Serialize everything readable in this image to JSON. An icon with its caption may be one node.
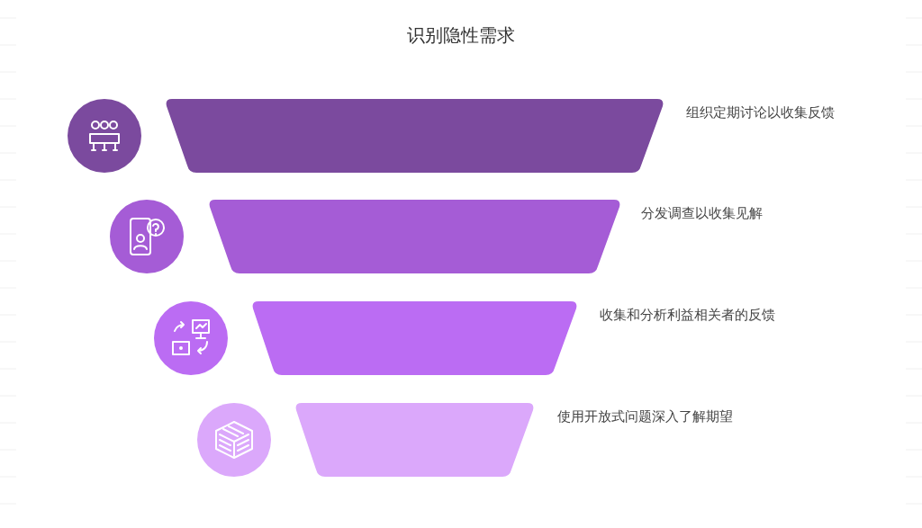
{
  "diagram": {
    "title": "识别隐性需求",
    "nodes": [
      {
        "text": [
          "组织定期讨论以收集反馈"
        ]
      },
      {
        "text": [
          "分发调查以收集见解"
        ]
      },
      {
        "text": [
          "收集和分析利益相关者的反馈"
        ]
      },
      {
        "text": [
          "使用开放式问题深入了解期望"
        ]
      }
    ]
  }
}
